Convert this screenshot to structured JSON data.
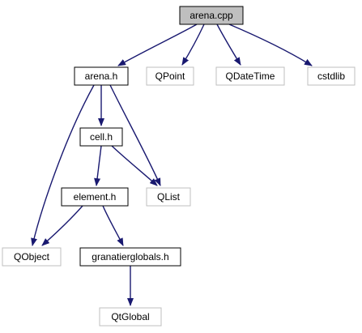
{
  "diagram": {
    "kind": "include-dependency-graph",
    "nodes": [
      {
        "id": "arena_cpp",
        "label": "arena.cpp",
        "style": "root"
      },
      {
        "id": "arena_h",
        "label": "arena.h",
        "style": "linked"
      },
      {
        "id": "qpoint",
        "label": "QPoint",
        "style": "external"
      },
      {
        "id": "qdatetime",
        "label": "QDateTime",
        "style": "external"
      },
      {
        "id": "cstdlib",
        "label": "cstdlib",
        "style": "external"
      },
      {
        "id": "cell_h",
        "label": "cell.h",
        "style": "linked"
      },
      {
        "id": "element_h",
        "label": "element.h",
        "style": "linked"
      },
      {
        "id": "qlist",
        "label": "QList",
        "style": "external"
      },
      {
        "id": "qobject",
        "label": "QObject",
        "style": "external"
      },
      {
        "id": "granatierglobals_h",
        "label": "granatierglobals.h",
        "style": "linked"
      },
      {
        "id": "qtglobal",
        "label": "QtGlobal",
        "style": "external"
      }
    ],
    "edges": [
      {
        "from": "arena_cpp",
        "to": "arena_h"
      },
      {
        "from": "arena_cpp",
        "to": "qpoint"
      },
      {
        "from": "arena_cpp",
        "to": "qdatetime"
      },
      {
        "from": "arena_cpp",
        "to": "cstdlib"
      },
      {
        "from": "arena_h",
        "to": "cell_h"
      },
      {
        "from": "arena_h",
        "to": "qlist"
      },
      {
        "from": "arena_h",
        "to": "qobject"
      },
      {
        "from": "cell_h",
        "to": "element_h"
      },
      {
        "from": "cell_h",
        "to": "qlist"
      },
      {
        "from": "element_h",
        "to": "qobject"
      },
      {
        "from": "element_h",
        "to": "granatierglobals_h"
      },
      {
        "from": "granatierglobals_h",
        "to": "qtglobal"
      }
    ],
    "colors": {
      "root_fill": "#bfbfbf",
      "root_stroke": "#000000",
      "linked_fill": "#ffffff",
      "linked_stroke": "#000000",
      "external_fill": "#ffffff",
      "external_stroke": "#bfbfbf",
      "edge": "#191970",
      "text": "#000000"
    }
  }
}
